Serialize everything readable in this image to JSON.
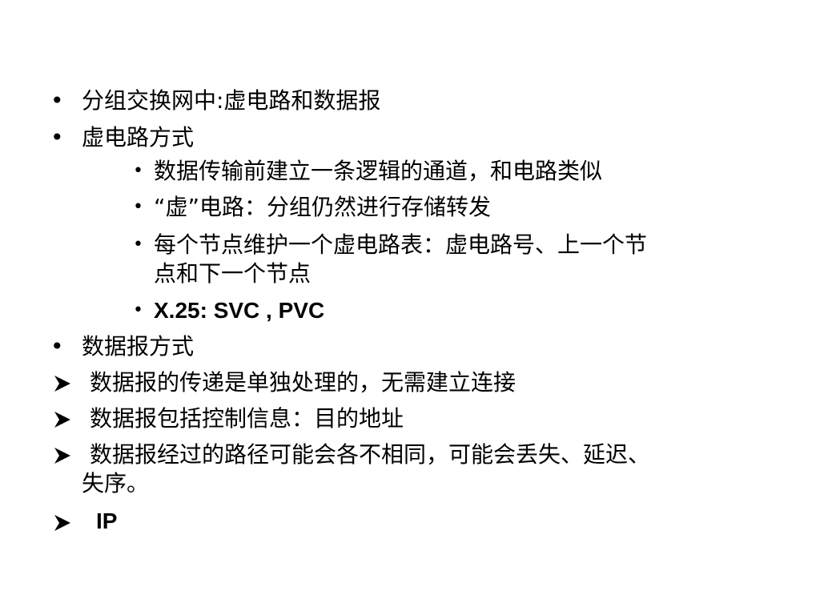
{
  "slide": {
    "bullets": {
      "dot": "•",
      "arrow_icon": "arrowhead-bullet-icon"
    },
    "items": [
      {
        "text": "分组交换网中:虚电路和数据报"
      },
      {
        "text": "虚电路方式"
      },
      {
        "text": "数据传输前建立一条逻辑的通道，和电路类似"
      },
      {
        "text": "“虚”电路：分组仍然进行存储转发"
      },
      {
        "text_line1": "每个节点维护一个虚电路表：虚电路号、上一个节",
        "text_line2": "点和下一个节点"
      },
      {
        "text": "X.25:  SVC , PVC"
      },
      {
        "text": "数据报方式"
      },
      {
        "text": "数据报的传递是单独处理的，无需建立连接"
      },
      {
        "text": "数据报包括控制信息：目的地址"
      },
      {
        "text_line1": "数据报经过的路径可能会各不相同，可能会丢失、延迟、",
        "text_line2": "失序。"
      },
      {
        "text": "IP"
      }
    ]
  }
}
